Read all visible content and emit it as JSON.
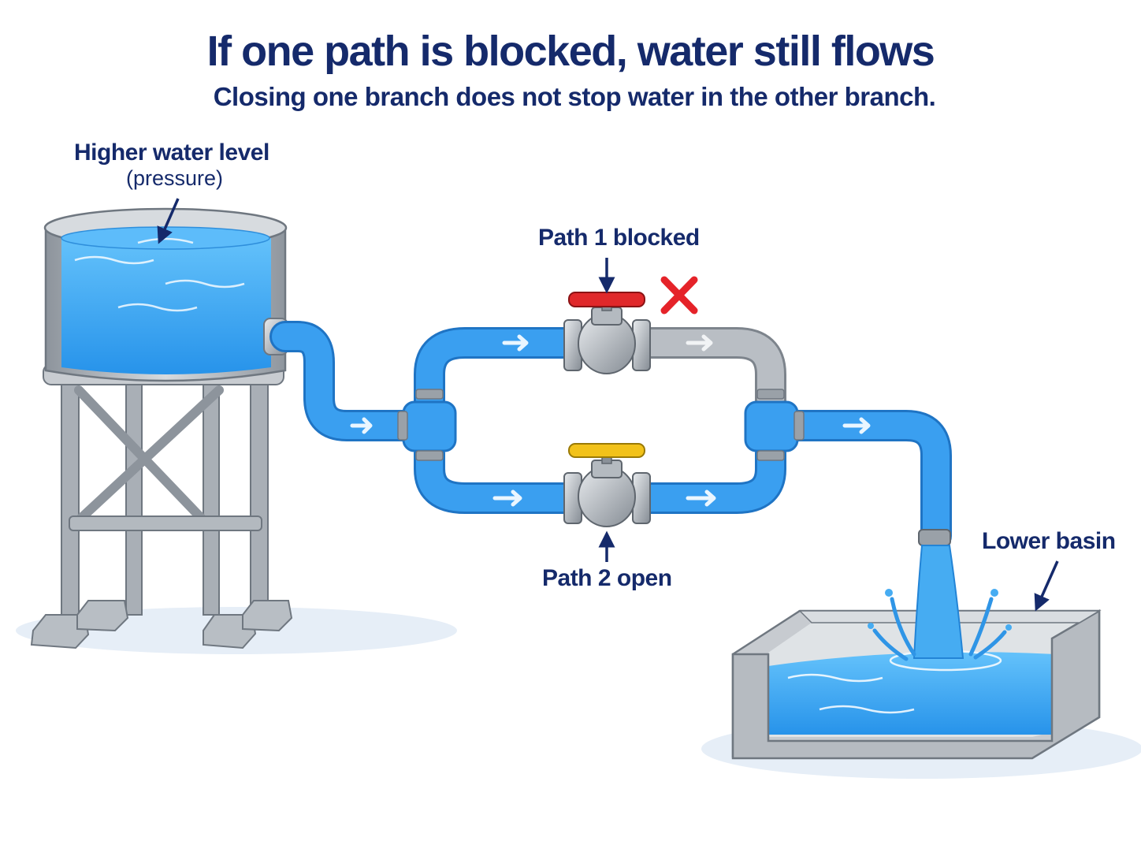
{
  "title": "If one path is blocked, water still flows",
  "subtitle": "Closing one branch does not stop water in the other branch.",
  "labels": {
    "tank": "Higher water level",
    "tank_sub": "(pressure)",
    "path1": "Path 1 blocked",
    "path2": "Path 2 open",
    "basin": "Lower basin"
  },
  "colors": {
    "water": "#3aa6ee",
    "pipe_open": "#3a9ff0",
    "pipe_blocked": "#b9bec4",
    "steel": "#a7adb4",
    "text": "#152a6b",
    "valve_blocked_handle": "#e0282a",
    "valve_open_handle": "#f2c21a",
    "blocked_mark": "#e52329"
  },
  "icons": {
    "blocked_mark": "x-mark-icon",
    "flow": "arrow-right-icon"
  }
}
